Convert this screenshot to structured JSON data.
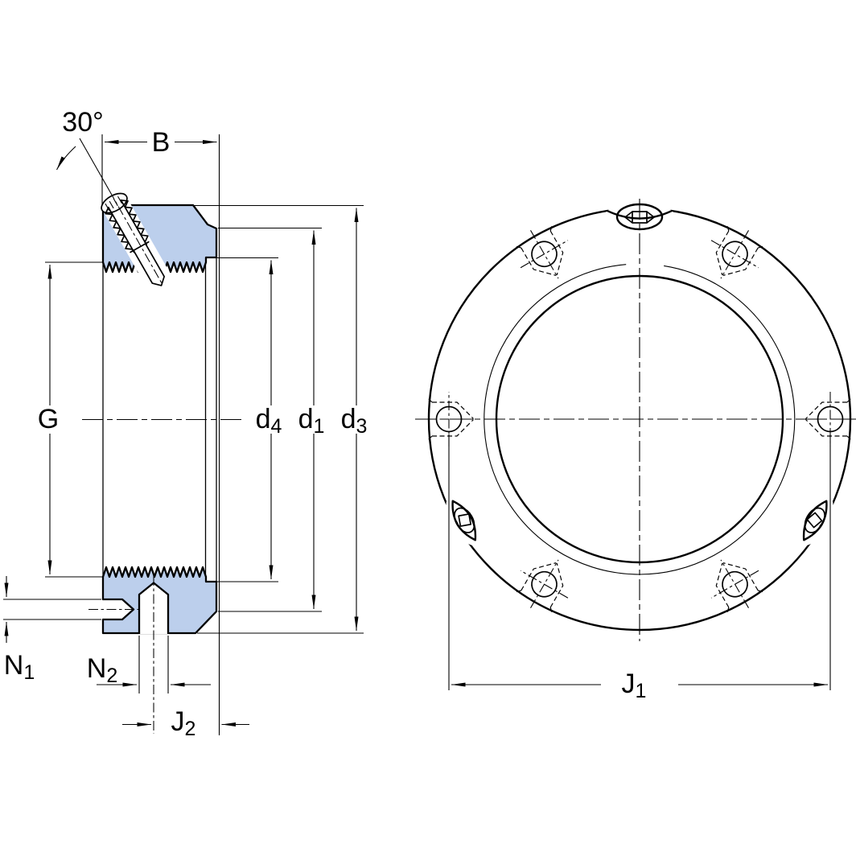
{
  "labels": {
    "angle": "30°",
    "b": "B",
    "g": "G",
    "d4": {
      "base": "d",
      "sub": "4"
    },
    "d1": {
      "base": "d",
      "sub": "1"
    },
    "d3": {
      "base": "d",
      "sub": "3"
    },
    "n1": {
      "base": "N",
      "sub": "1"
    },
    "n2": {
      "base": "N",
      "sub": "2"
    },
    "j2": {
      "base": "J",
      "sub": "2"
    },
    "j1": {
      "base": "J",
      "sub": "1"
    }
  },
  "colors": {
    "section_fill": "#bccfec",
    "line": "#000000",
    "background": "#ffffff"
  }
}
